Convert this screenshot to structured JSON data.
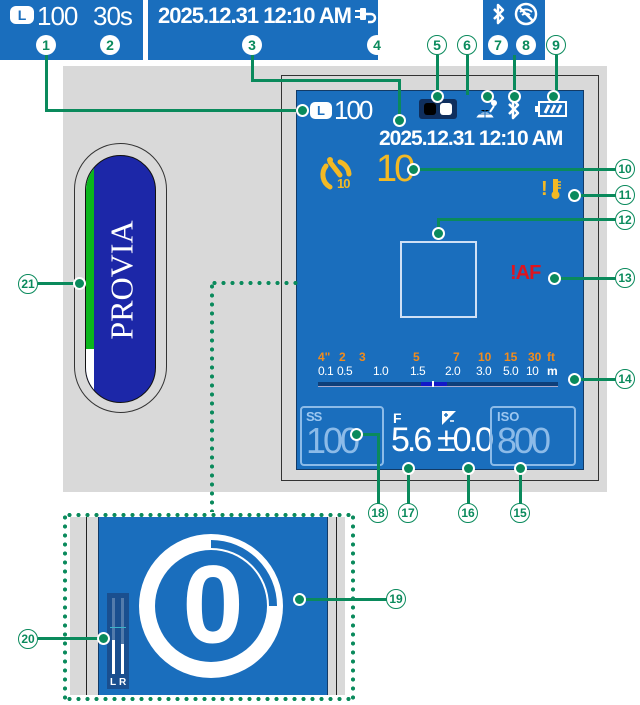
{
  "top_strip": {
    "image_size": "100",
    "image_size_icon": "L",
    "remaining_time": "30s",
    "datetime": "2025.12.31 12:10 AM",
    "callouts": [
      "1",
      "2",
      "3",
      "4",
      "5",
      "6",
      "7",
      "8",
      "9"
    ]
  },
  "lcd": {
    "image_size_icon": "L",
    "image_size": "100",
    "datetime": "2025.12.31 12:10 AM",
    "self_timer_badge": "10",
    "self_timer_value": "10",
    "af_warning": "!AF",
    "temp_warning": "!",
    "distance_ft": [
      "4\"",
      "2",
      "3",
      "5",
      "7",
      "10",
      "15",
      "30",
      "ft"
    ],
    "distance_m": [
      "0.1",
      "0.5",
      "1.0",
      "1.5",
      "2.0",
      "3.0",
      "5.0",
      "10",
      "m"
    ],
    "shutter": {
      "label": "SS",
      "value": "100"
    },
    "aperture": {
      "label": "F",
      "value": "5.6"
    },
    "exposure_comp": {
      "value": "±0.0"
    },
    "iso": {
      "label": "ISO",
      "value": "800"
    }
  },
  "film_sim": {
    "label": "PROVIA",
    "level_fraction": 0.78
  },
  "detail": {
    "countdown": "0",
    "countdown_arc_fraction": 0.25,
    "audio_labels": [
      "L",
      "R"
    ],
    "audio_levels": [
      0.45,
      0.4
    ]
  },
  "callouts": {
    "c10": "10",
    "c11": "11",
    "c12": "12",
    "c13": "13",
    "c14": "14",
    "c15": "15",
    "c16": "16",
    "c17": "17",
    "c18": "18",
    "c19": "19",
    "c20": "20",
    "c21": "21"
  },
  "colors": {
    "lcd_blue": "#1a6ebd",
    "callout_green": "#0a8a5c",
    "timer_yellow": "#f2b925",
    "distance_orange": "#f28c1c",
    "af_red": "#e0141e",
    "film_blue": "#1c27a8",
    "film_green": "#0bb51c",
    "bezel_gray": "#d9d9d9"
  }
}
